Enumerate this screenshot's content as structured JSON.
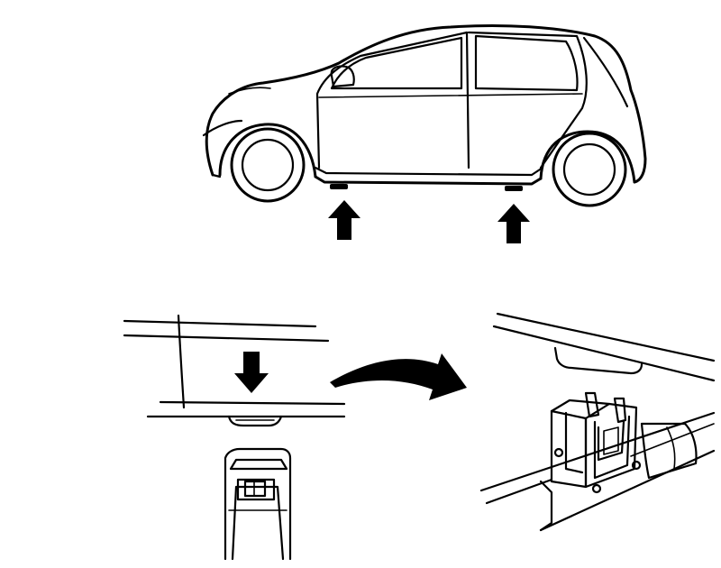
{
  "figure": {
    "panels": [
      "car-side-view",
      "jack-point-closeup",
      "jack-engaged-view"
    ],
    "colors": {
      "line": "#000000",
      "background": "#ffffff"
    }
  }
}
